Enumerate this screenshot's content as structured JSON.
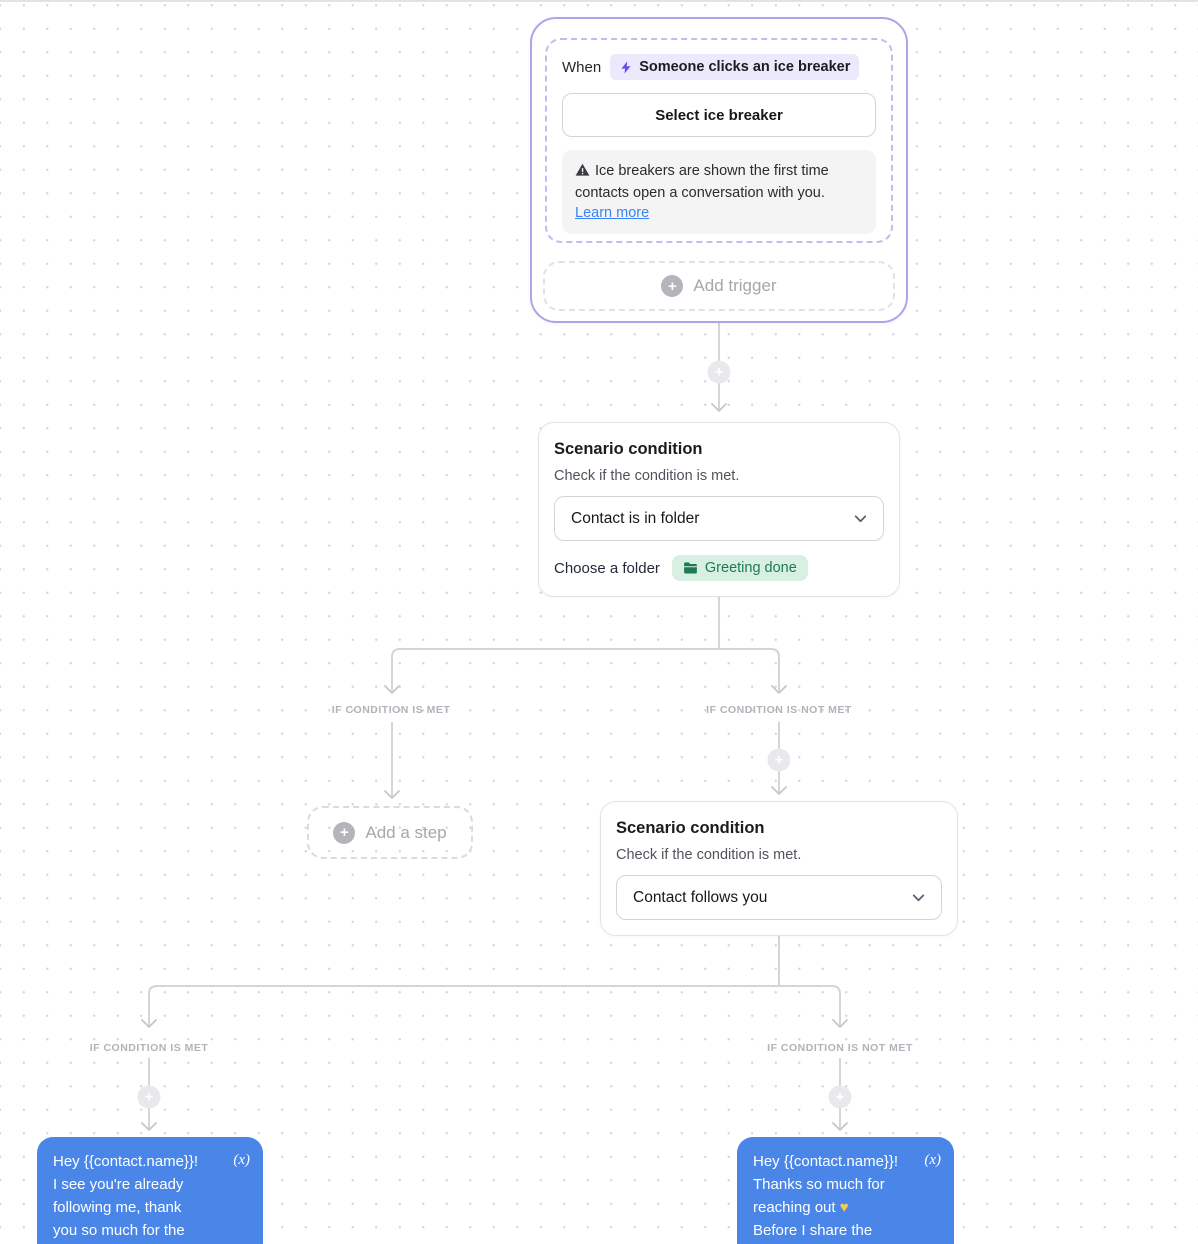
{
  "trigger_group": {
    "when_label": "When",
    "trigger_badge": "Someone clicks an ice breaker",
    "select_button": "Select ice breaker",
    "info_text": "Ice breakers are shown the first time contacts open a conversation with you.",
    "learn_more": "Learn more",
    "add_trigger": "Add trigger"
  },
  "condition1": {
    "title": "Scenario condition",
    "subtitle": "Check if the condition is met.",
    "selected_value": "Contact is in folder",
    "folder_label": "Choose a folder",
    "folder_value": "Greeting done"
  },
  "branch1": {
    "met": "IF CONDITION IS MET",
    "not_met": "IF CONDITION IS NOT MET"
  },
  "add_step": {
    "label": "Add a step"
  },
  "condition2": {
    "title": "Scenario condition",
    "subtitle": "Check if the condition is met.",
    "selected_value": "Contact follows you"
  },
  "branch2": {
    "met": "IF CONDITION IS MET",
    "not_met": "IF CONDITION IS NOT MET"
  },
  "messages": {
    "left": {
      "variable_icon": "(x)",
      "lines": [
        "Hey {{contact.name}}!",
        "I see you're already",
        "following me, thank",
        "you so much for the"
      ]
    },
    "right": {
      "variable_icon": "(x)",
      "lines": [
        "Hey {{contact.name}}!",
        "Thanks so much for",
        "reaching out",
        "Before I share the"
      ]
    }
  },
  "colors": {
    "accent_purple": "#b3a1ec",
    "badge_purple_bg": "#ece9fc",
    "bolt_purple": "#6d49ee",
    "link_blue": "#3b82f6",
    "folder_green_bg": "#d8efe3",
    "folder_green_text": "#1e7a52",
    "bubble_blue": "#4a86e8",
    "connector_gray": "#d4d4d9",
    "label_gray": "#b2b2b9"
  }
}
